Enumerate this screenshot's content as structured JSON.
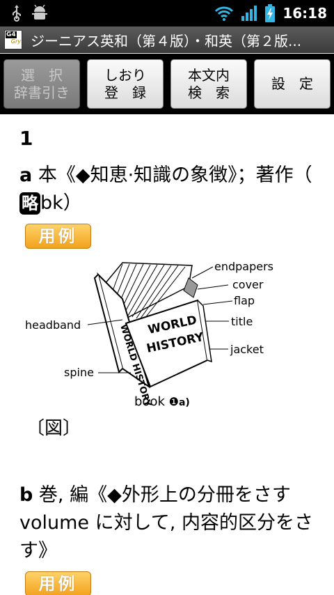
{
  "status_bar": {
    "icons": [
      "usb-icon",
      "android-debug-icon",
      "wifi-icon",
      "signal-icon",
      "battery-charging-icon"
    ],
    "time": "16:18"
  },
  "title_bar": {
    "app_icon_text": "G4",
    "app_icon_subtext": "Gry",
    "title": "ジーニアス英和（第４版）・和英（第２版..."
  },
  "toolbar": {
    "select_dictionary": "選　択\n辞書引き",
    "bookmark_register": "しおり\n登　録",
    "search_body": "本文内\n検　索",
    "settings": "設　定"
  },
  "entry": {
    "sense_number": "1",
    "sense_a": {
      "letter": "a",
      "text_1": " 本《◆知恵·知識の象徴》；著作（",
      "abbr": "略",
      "text_2": "bk）"
    },
    "example_label": "用例",
    "figure": {
      "labels": {
        "endpapers": "endpapers",
        "cover": "cover",
        "flap": "flap",
        "title": "title",
        "jacket": "jacket",
        "headband": "headband",
        "spine": "spine",
        "spine_text": "WORLD HISTORY",
        "cover_text_1": "WORLD",
        "cover_text_2": "HISTORY",
        "caption": "book",
        "caption_num": "❶",
        "caption_sub": "a)"
      }
    },
    "figure_label": "〔図〕",
    "sense_b": {
      "letter": "b",
      "text": " 巻, 編《◆外形上の分冊をさす volume に対して, 内容的区分をさす》"
    }
  }
}
